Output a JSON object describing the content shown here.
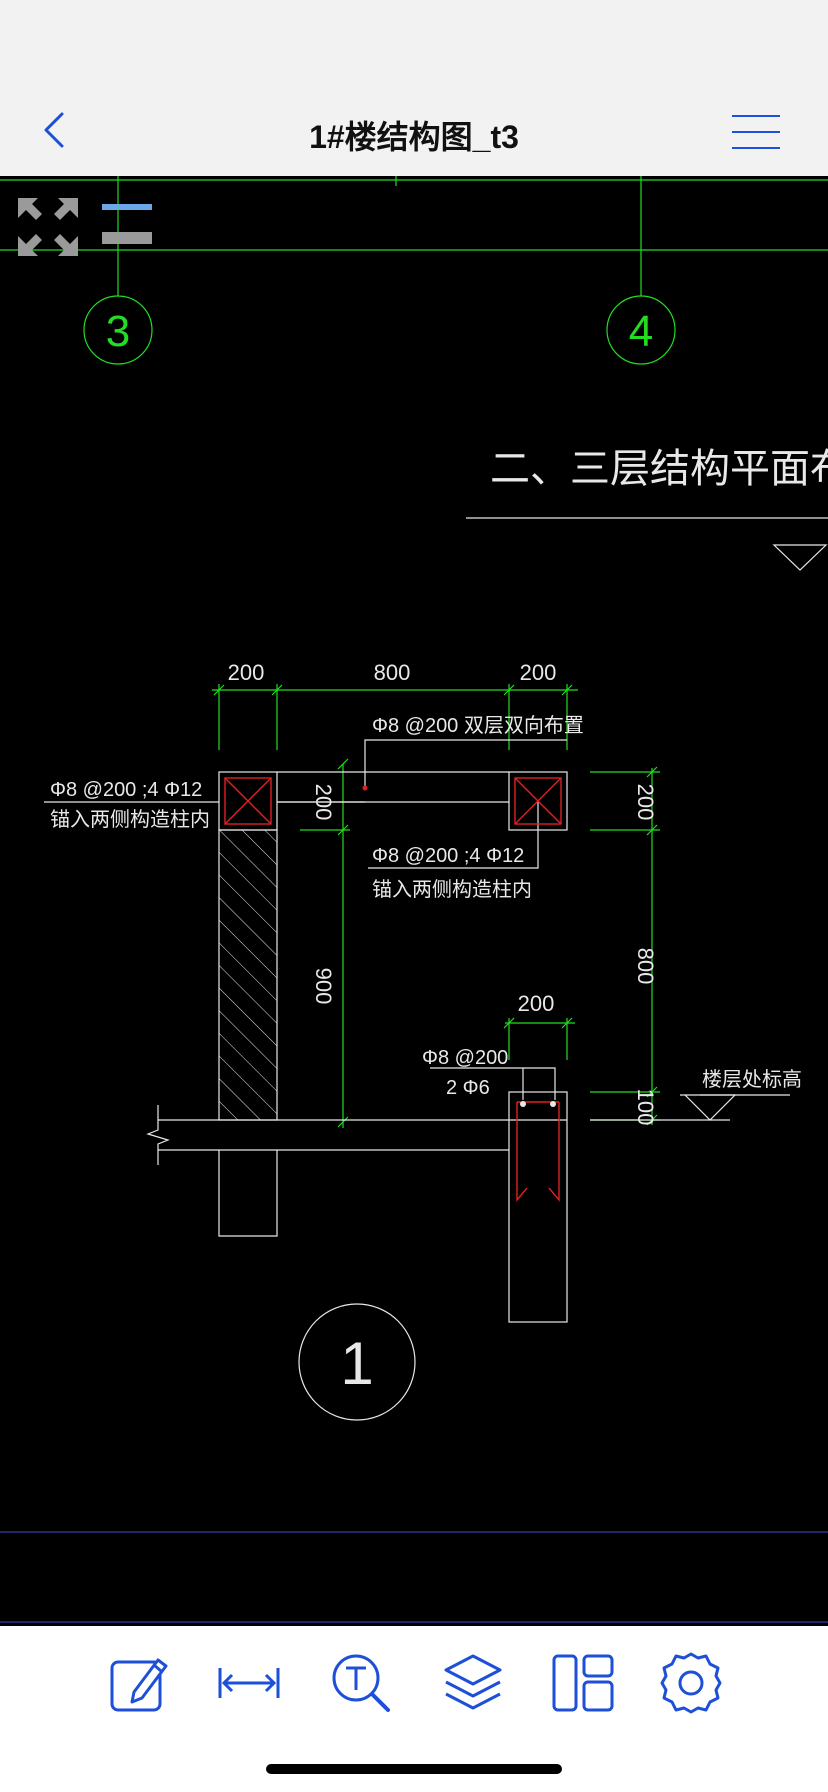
{
  "header": {
    "title": "1#楼结构图_t3"
  },
  "drawing": {
    "axis_labels": [
      "3",
      "4"
    ],
    "plan_title": "二、三层结构平面布置",
    "dims_top": [
      "200",
      "800",
      "200"
    ],
    "dim_right_top": "200",
    "dim_right_mid": "800",
    "dim_right_bottom": "100",
    "dim_center_top": "200",
    "dim_center_mid": "900",
    "dim_lower": "200",
    "note_slab": "Φ8 @200 双层双向布置",
    "note_left_1": "Φ8 @200 ;4 Φ12",
    "note_left_2": "锚入两侧构造柱内",
    "note_mid_1": "Φ8 @200 ;4 Φ12",
    "note_mid_2": "锚入两侧构造柱内",
    "note_beam_1": "Φ8 @200",
    "note_beam_2": "2 Φ6",
    "floor_elev": "楼层处标高",
    "detail_no": "1"
  },
  "colors": {
    "accent": "#1e4fd8",
    "cad_green": "#22dd22",
    "cad_red": "#e02020",
    "cad_white": "#e8e8e8"
  },
  "icons": [
    "chevron-left-icon",
    "menu-icon",
    "fit-screen-icon",
    "layer-bars-icon",
    "edit-icon",
    "measure-icon",
    "text-search-icon",
    "layers-icon",
    "layout-icon",
    "settings-icon"
  ]
}
